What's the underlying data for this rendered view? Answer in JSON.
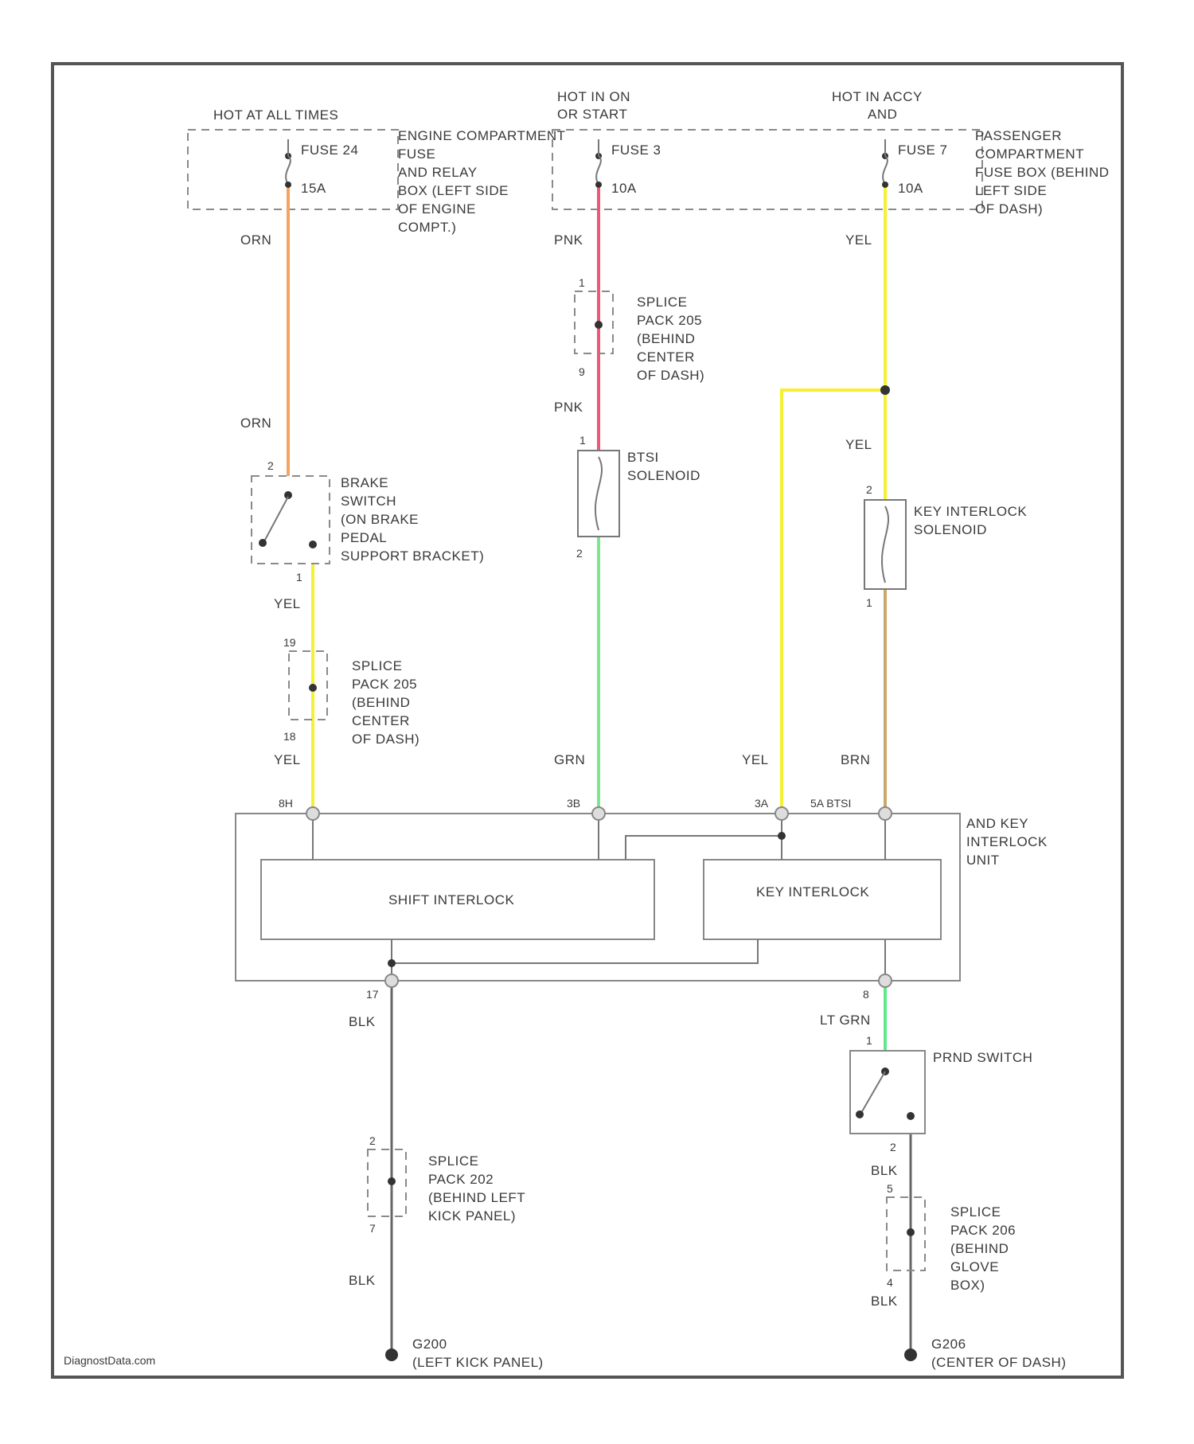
{
  "power": {
    "hot_all_times": "HOT AT ALL TIMES",
    "hot_on_start_1": "HOT IN ON",
    "hot_on_start_2": "OR START",
    "hot_accy_1": "HOT IN ACCY",
    "hot_accy_2": "AND",
    "fuse24": "FUSE 24",
    "fuse24_amp": "15A",
    "fuse3": "FUSE 3",
    "fuse3_amp": "10A",
    "fuse7": "FUSE 7",
    "fuse7_amp": "10A",
    "engine_box": [
      "ENGINE COMPARTMENT",
      "FUSE",
      "AND RELAY",
      "BOX (LEFT SIDE",
      "OF ENGINE",
      "COMPT.)"
    ],
    "passenger_box": [
      "PASSENGER",
      "COMPARTMENT",
      "FUSE BOX (BEHIND",
      "LEFT SIDE",
      "OF DASH)"
    ]
  },
  "wires": {
    "orn": "ORN",
    "pnk": "PNK",
    "yel": "YEL",
    "grn": "GRN",
    "brn": "BRN",
    "blk": "BLK",
    "lt_grn": "LT GRN"
  },
  "wire_colors": {
    "orn": "#f5a35e",
    "pnk": "#ef5777",
    "yel": "#f5f032",
    "grn": "#7de88a",
    "brn": "#c9a86a",
    "blk": "#666666",
    "lt_grn": "#5fe88a"
  },
  "components": {
    "splice_top": [
      "SPLICE",
      "PACK 205",
      "(BEHIND",
      "CENTER",
      "OF DASH)"
    ],
    "btsi": [
      "BTSI",
      "SOLENOID"
    ],
    "key_interlock_solenoid": [
      "KEY INTERLOCK",
      "SOLENOID"
    ],
    "brake_switch": [
      "BRAKE",
      "SWITCH",
      "(ON BRAKE",
      "PEDAL",
      "SUPPORT BRACKET)"
    ],
    "splice_left": [
      "SPLICE",
      "PACK 205",
      "(BEHIND",
      "CENTER",
      "OF DASH)"
    ],
    "unit": [
      "AND KEY",
      "INTERLOCK",
      "UNIT"
    ],
    "shift_interlock": "SHIFT INTERLOCK",
    "key_interlock": "KEY INTERLOCK",
    "prnd_switch": "PRND SWITCH",
    "splice_bottom_left": [
      "SPLICE",
      "PACK 202",
      "(BEHIND LEFT",
      "KICK PANEL)"
    ],
    "splice_bottom_right": [
      "SPLICE",
      "PACK 206",
      "(BEHIND",
      "GLOVE",
      "BOX)"
    ],
    "ground_left": [
      "G200",
      "(LEFT KICK PANEL)"
    ],
    "ground_right": [
      "G206",
      "(CENTER OF DASH)"
    ]
  },
  "pins": {
    "brake_in": "2",
    "brake_out": "1",
    "splice_top_in": "1",
    "splice_top_out": "9",
    "btsi_in": "1",
    "btsi_out": "2",
    "key_sol_in": "2",
    "key_sol_out": "1",
    "splice_left_in": "19",
    "splice_left_out": "18",
    "unit_8h": "8H",
    "unit_3b": "3B",
    "unit_3a": "3A",
    "unit_5a_btsi": "5A BTSI",
    "unit_17": "17",
    "unit_8": "8",
    "prnd_in": "1",
    "prnd_out": "2",
    "splice_bl_in": "2",
    "splice_bl_out": "7",
    "splice_br_in": "5",
    "splice_br_out": "4"
  },
  "footer": {
    "watermark": "DiagnostData.com"
  }
}
